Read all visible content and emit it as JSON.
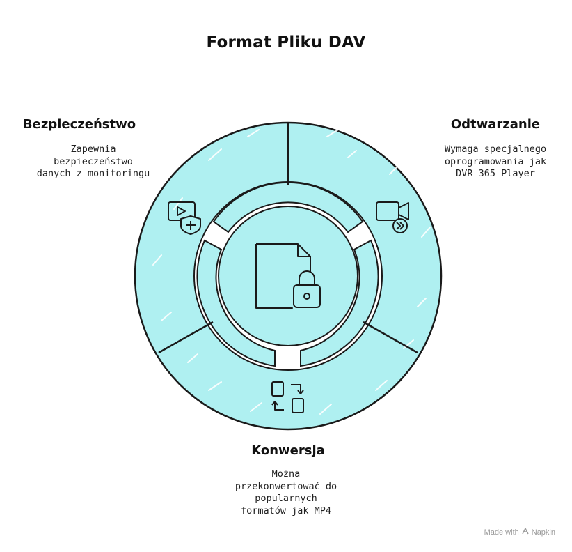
{
  "title": "Format Pliku DAV",
  "sections": [
    {
      "title": "Bezpieczeństwo",
      "description_lines": [
        "Zapewnia",
        "bezpieczeństwo",
        "danych z monitoringu"
      ],
      "icon": "video-shield-icon"
    },
    {
      "title": "Odtwarzanie",
      "description_lines": [
        "Wymaga specjalnego",
        "oprogramowania jak",
        "DVR 365 Player"
      ],
      "icon": "video-fast-forward-icon"
    },
    {
      "title": "Konwersja",
      "description_lines": [
        "Można",
        "przekonwertować do",
        "popularnych",
        "formatów jak MP4"
      ],
      "icon": "file-convert-icon"
    }
  ],
  "center_icon": "locked-file-icon",
  "footer": {
    "made_with": "Made with",
    "brand": "Napkin"
  },
  "colors": {
    "fill": "#aff0f1",
    "stroke": "#1a1a1a",
    "background": "#ffffff"
  }
}
